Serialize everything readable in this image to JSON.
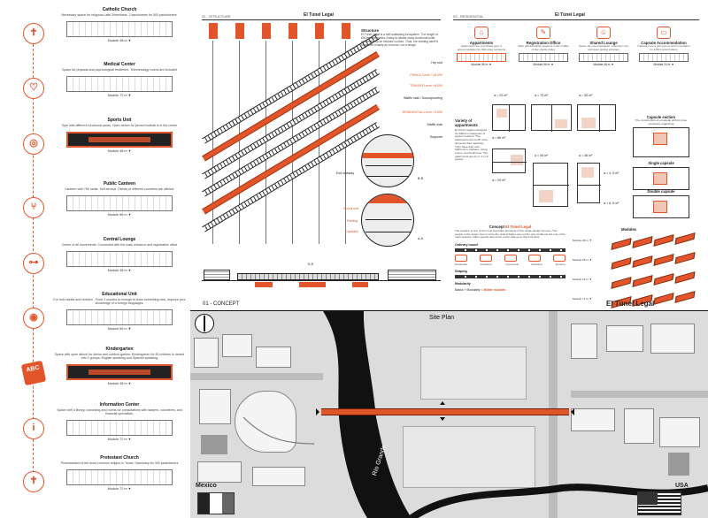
{
  "colors": {
    "accent": "#e2552a",
    "line": "#333333",
    "map": "#dcdcdc"
  },
  "left_units": [
    {
      "title": "Catholic Church",
      "desc": "Necessary space for religious Latin-Americans. 2 sanctuaries for 500 parishioners.",
      "module": "Module 48 m ▼",
      "icon": "cross-icon",
      "glyph": "✝"
    },
    {
      "title": "Medical Center",
      "desc": "Space for physical and psychological treatment. Telemetology rooms are included",
      "module": "Module 72 m ▼",
      "icon": "heart-plus-icon",
      "glyph": "♡"
    },
    {
      "title": "Sports Unit",
      "desc": "Gym with different functional areas. Open atrium for pennvi football is in the center",
      "module": "Module 48 m ▼",
      "icon": "ball-icon",
      "glyph": "◎"
    },
    {
      "title": "Public Canteen",
      "desc": "Canteen with 750 seats. Self-service. Dishes of different countries are offered.",
      "module": "Module 96 m ▼",
      "icon": "fork-icon",
      "glyph": "⑂"
    },
    {
      "title": "Central Lounge",
      "desc": "Center of all movements. Connected with the main entrance and registration office",
      "module": "Module 48 m ▼",
      "icon": "network-icon",
      "glyph": "⊶"
    },
    {
      "title": "Educational Unit",
      "desc": "For both adults and children . From 2 months to enough to learn something new, improve your knowledge of a foreign languages.",
      "module": "Module 96 m ▼",
      "icon": "target-icon",
      "glyph": "◉"
    },
    {
      "title": "Kindergarten",
      "desc": "Space with open atrium for decks and outdoor games. Kindergarten for 60 children is devied into 2 groups: English speaking and Spanish speaking",
      "module": "Module 48 m ▼",
      "icon": "abc-icon",
      "glyph": "ABC"
    },
    {
      "title": "Information Center",
      "desc": "Space with a library, coworking and rooms for consultations with lawyers, volunteers, and financial specialists.",
      "module": "Module 72 m ▼",
      "icon": "info-icon",
      "glyph": "i"
    },
    {
      "title": "Protestant Church",
      "desc": "Protestantism is the most common religion in Texas. Sanctuary for 300 parishioners",
      "module": "Module 72 m ▼",
      "icon": "cross-icon",
      "glyph": "✝"
    }
  ],
  "structure_sheet": {
    "code": "02 - STRUCTURE",
    "name": "El Túnel Legal",
    "heading": "Structure",
    "text": "El Túnel Legal is a self-sustaining ecosystem. The length of 840 meters makes it easy to attract many functional units connected by an inclined corridor. Thus, the building itself is perceived exactly as a tunnel, not a bridge.",
    "levels": [
      {
        "label": "Hip roof",
        "accent": false
      },
      {
        "label": "PUBLIC Level +18.000",
        "accent": true
      },
      {
        "label": "TRANSIT Level +6.000",
        "accent": true
      },
      {
        "label": "Waffle slab / Soundproofing",
        "accent": false
      },
      {
        "label": "RESIDENTIAL Level +3.000",
        "accent": true
      },
      {
        "label": "Waffle slab",
        "accent": false
      },
      {
        "label": "Supports",
        "accent": false
      }
    ],
    "section_labels": [
      "Exit stairway",
      "B-B",
      "Sports unit",
      "Parking",
      "Capsules",
      "A-A",
      "E-E"
    ]
  },
  "residential_sheet": {
    "code": "03 - RESIDENTIAL",
    "name": "El Túnel Legal",
    "types": [
      {
        "title": "Appartments",
        "desc": "Apartments are a principal type of accommodation for 360 visas recipients",
        "module": "Module 96 m ▼",
        "selected": true
      },
      {
        "title": "Registration Office",
        "desc": "Main administrative space is in the middle of the shuttle trolley",
        "module": "Module 96 m ▼",
        "selected": false
      },
      {
        "title": "Shared Lounge",
        "desc": "Space for communication, collection rest and quiet getting activities",
        "module": "Module 48 m ▼",
        "selected": false
      },
      {
        "title": "Capsule Accommodation",
        "desc": "Capsules are a low type of accommodation for 1150 transit holders",
        "module": "Module 24 m ▼",
        "selected": false
      }
    ],
    "areas": [
      "a = 22 m²",
      "a = 86 m²",
      "a = 75 m²",
      "a = 45 m²",
      "a = 52 m²",
      "a = 36 m²",
      "a = 29 m²"
    ],
    "variety": {
      "title": "Variety of appartments",
      "text": "El Túnel Legal is designed for different categories of asylum seekers. The apartments are much more specious than capsules. They have their own bathrooms, kitchens, living rooms, and bedrooms. The apartments are for 2, 4 or 6 people."
    },
    "capsule_section": {
      "title": "Capsule section",
      "text": "The construction of a capsule with its inner structures organizing"
    },
    "single_capsule": {
      "title": "Single capsule",
      "area": "a = 4, 5 m²"
    },
    "double_capsule": {
      "title": "Double capsule",
      "area": "a = 8, 5 m²"
    },
    "concept": {
      "title_prefix": "Concept",
      "title_accent": "El Túnel Legal",
      "text": "The location is one of the most important elements of the whole design process. The people in the space stay in since the United States are not the only problems but one of the main reasons. Other people also move to the safe go to the front door.",
      "rows": [
        "Ordinary tunnel",
        "Shaping",
        "Modularity"
      ],
      "stages": [
        "Residential",
        "Assistance",
        "Commercial",
        "Education",
        "Entrance"
      ],
      "modularity_line": "Basics + Modularity =",
      "modularity_accent": "Mobile modules"
    },
    "modules_title": "Modules",
    "module_rows": [
      "Module 48 m ▼",
      "Module 96 m ▼",
      "Module 24 m ▼",
      "Module 72 m ▼"
    ]
  },
  "site": {
    "sheet_label": "01 - CONCEPT",
    "sheet_title": "El Túnel  Legal",
    "plan_title": "Site Plan",
    "river": "Río Grande",
    "country_left": "Mexico",
    "country_right": "USA"
  }
}
